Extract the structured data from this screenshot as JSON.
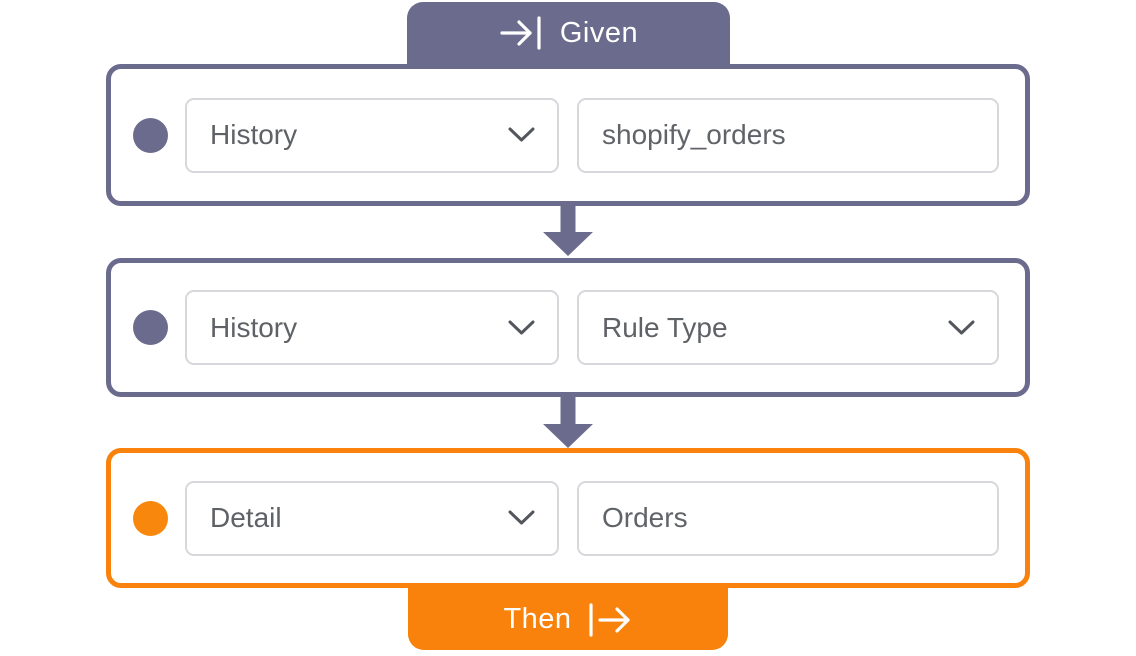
{
  "colors": {
    "slate": "#6B6C8D",
    "orange": "#F8820C",
    "orange_dot": "#F8870E",
    "field_border": "#D7D7DC",
    "field_text": "#5E6166",
    "tab_text": "#FFFFFF"
  },
  "flow": {
    "given_tab": {
      "label": "Given",
      "icon": "arrow-to-bar-icon"
    },
    "then_tab": {
      "label": "Then",
      "icon": "bar-to-arrow-icon"
    },
    "rows": [
      {
        "group": "given",
        "field1": {
          "type": "select",
          "value": "History"
        },
        "field2": {
          "type": "input",
          "value": "shopify_orders"
        }
      },
      {
        "group": "given",
        "field1": {
          "type": "select",
          "value": "History"
        },
        "field2": {
          "type": "select",
          "value": "Rule Type"
        }
      },
      {
        "group": "then",
        "field1": {
          "type": "select",
          "value": "Detail"
        },
        "field2": {
          "type": "input",
          "value": "Orders"
        }
      }
    ]
  }
}
